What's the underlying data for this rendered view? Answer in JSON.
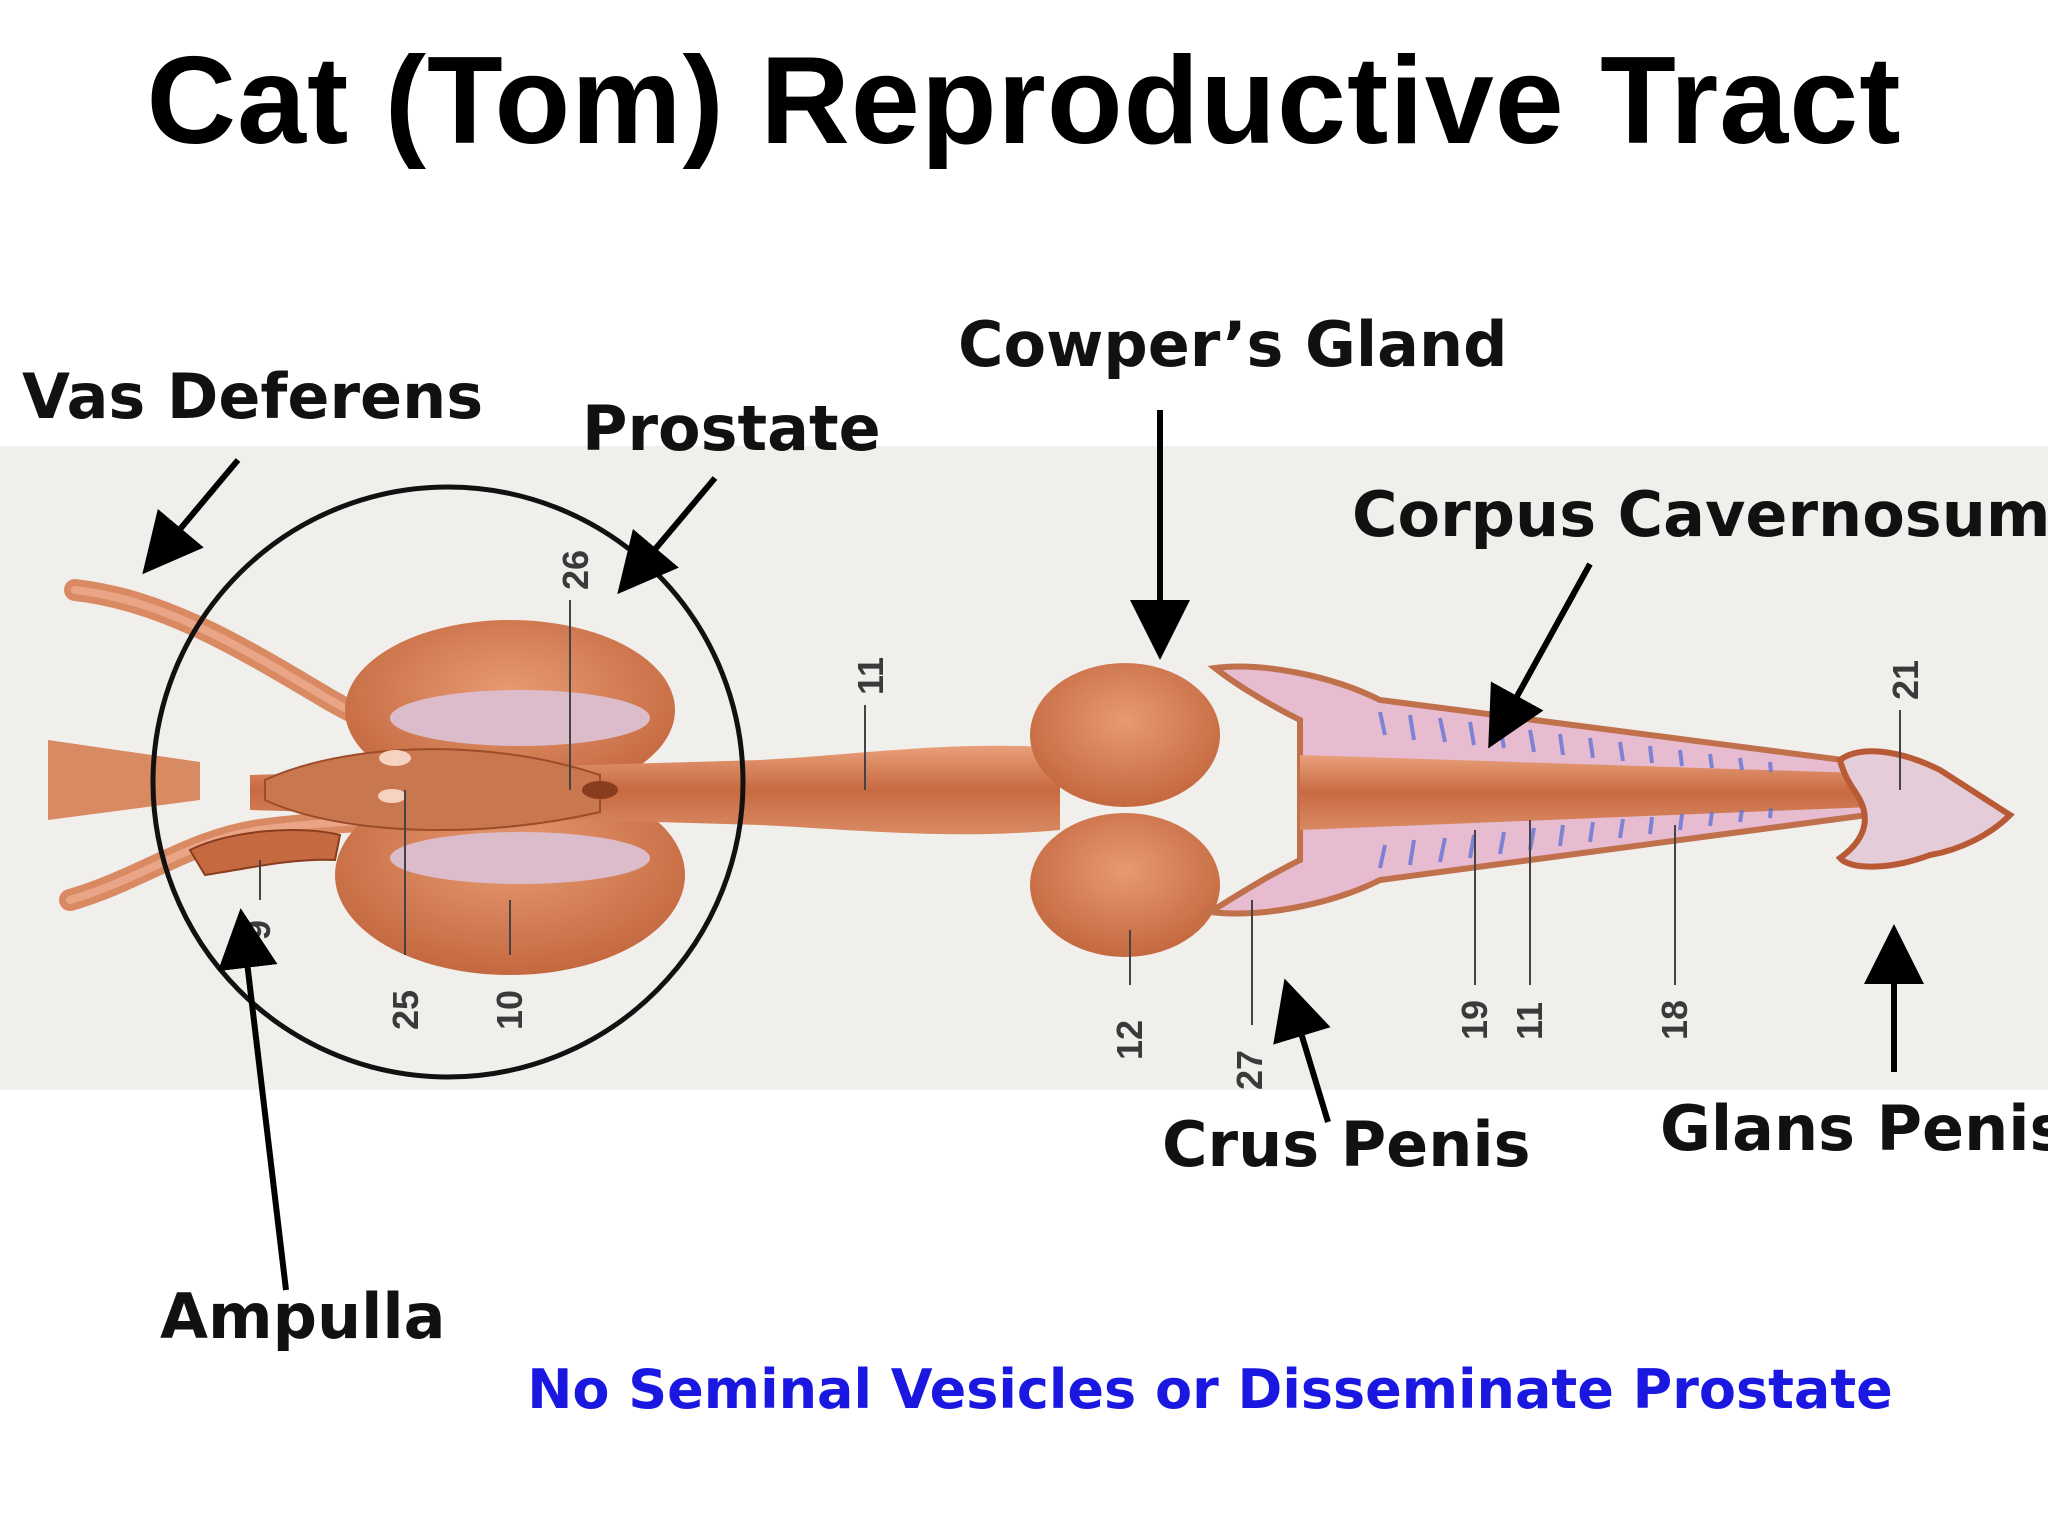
{
  "title": "Cat (Tom) Reproductive Tract",
  "labels": {
    "vas_deferens": "Vas Deferens",
    "prostate": "Prostate",
    "cowpers_gland": "Cowper’s Gland",
    "corpus_cavernosum": "Corpus Cavernosum",
    "crus_penis": "Crus Penis",
    "glans_penis": "Glans Penis",
    "ampulla": "Ampulla"
  },
  "numbers": {
    "n26": "26",
    "n11a": "11",
    "n21": "21",
    "n9": "9",
    "n25": "25",
    "n10": "10",
    "n12": "12",
    "n27": "27",
    "n19": "19",
    "n11b": "11",
    "n18": "18"
  },
  "footnote": "No Seminal Vesicles or Disseminate Prostate",
  "colors": {
    "footnote": "#1a17e0",
    "tissue": "#d9835a",
    "tissue_dark": "#b45a35",
    "cavernous": "#d9b4c8",
    "panel": "#f1efec"
  }
}
